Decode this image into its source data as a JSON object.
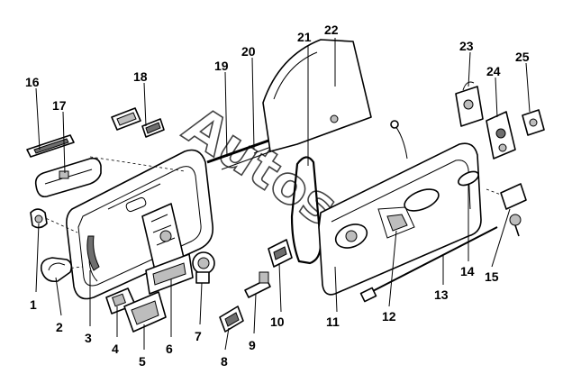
{
  "diagram": {
    "watermark": "Autos",
    "callouts": [
      "1",
      "2",
      "3",
      "4",
      "5",
      "6",
      "7",
      "8",
      "9",
      "10",
      "11",
      "12",
      "13",
      "14",
      "15",
      "16",
      "17",
      "18",
      "19",
      "20",
      "21",
      "22",
      "23",
      "24",
      "25"
    ]
  }
}
